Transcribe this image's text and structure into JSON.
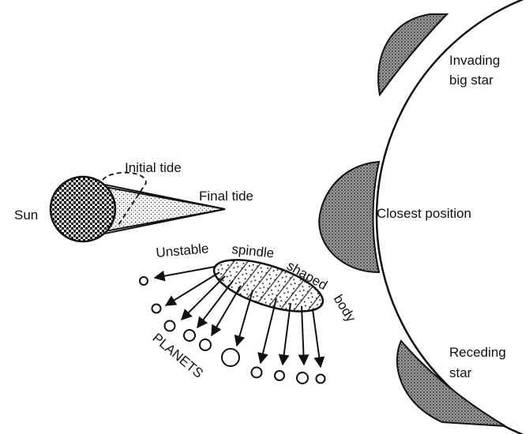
{
  "labels": {
    "sun": "Sun",
    "initial_tide": "Initial tide",
    "final_tide": "Final tide",
    "unstable_1": "Unstable",
    "unstable_2": "spindle",
    "unstable_3": "shaped",
    "unstable_4": "body",
    "planets": "PLANETS",
    "invading_1": "Invading",
    "invading_2": "big star",
    "closest": "Closest position",
    "receding_1": "Receding",
    "receding_2": "star"
  }
}
